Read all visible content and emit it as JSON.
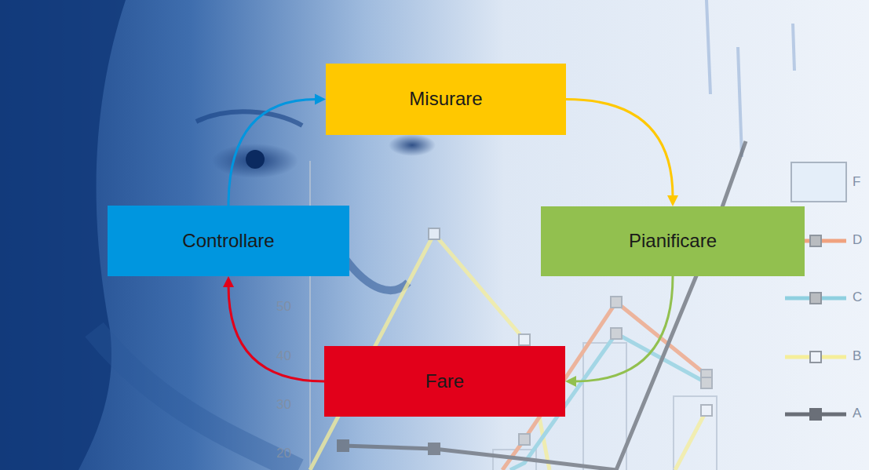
{
  "diagram": {
    "nodes": [
      {
        "text": [
          "Misurare"
        ]
      },
      {
        "text": [
          "Pianificare"
        ]
      },
      {
        "text": [
          "Fare"
        ]
      },
      {
        "text": [
          "Controllare"
        ]
      }
    ],
    "edges": [
      {
        "from": 0,
        "to": 1,
        "arrow": "to"
      },
      {
        "from": 1,
        "to": 2,
        "arrow": "to"
      },
      {
        "from": 2,
        "to": 3,
        "arrow": "to"
      },
      {
        "from": 3,
        "to": 0,
        "arrow": "to"
      }
    ],
    "labels": [
      "50",
      "40",
      "30",
      "20"
    ],
    "legend": [
      {
        "text": "F"
      },
      {
        "text": "D"
      },
      {
        "text": "C"
      },
      {
        "text": "B"
      },
      {
        "text": "A"
      }
    ]
  }
}
